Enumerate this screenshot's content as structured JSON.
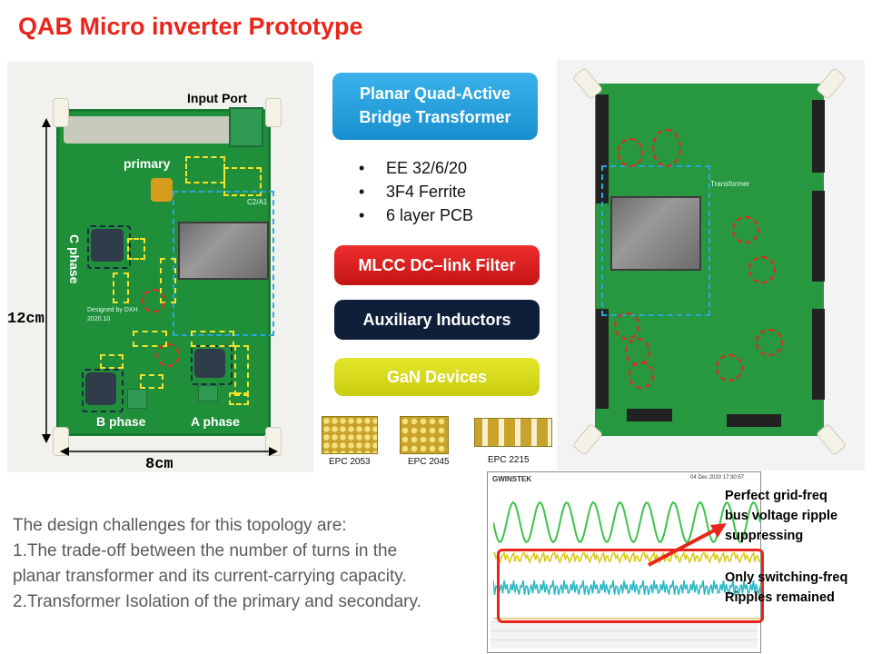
{
  "title": "QAB Micro inverter Prototype",
  "left_photo": {
    "input_port": "Input Port",
    "primary": "primary",
    "c_phase": "C phase",
    "b_phase": "B phase",
    "a_phase": "A phase",
    "height_dim": "12cm",
    "width_dim": "8cm",
    "board_marking_1": "C2/A1",
    "board_marking_2": "Designed by DXH",
    "board_marking_3": "2020.10"
  },
  "center": {
    "transformer_label_line1": "Planar Quad-Active",
    "transformer_label_line2": "Bridge Transformer",
    "bullets": [
      "EE 32/6/20",
      "3F4 Ferrite",
      "6 layer PCB"
    ],
    "mlcc_label": "MLCC DC–link Filter",
    "aux_label": "Auxiliary Inductors",
    "gan_label": "GaN Devices",
    "devices": [
      "EPC 2053",
      "EPC 2045",
      "EPC 2215"
    ]
  },
  "right_photo": {
    "board_marking": "Transformer"
  },
  "scope": {
    "brand": "GWINSTEK",
    "date": "04 Dec 2020 17:30:57",
    "ann_top_1": "Perfect grid-freq",
    "ann_top_2": "bus voltage ripple",
    "ann_top_3": "suppressing",
    "ann_bot_1": "Only switching-freq",
    "ann_bot_2": "Ripples remained"
  },
  "challenges": {
    "line1": "The design challenges for this topology are:",
    "line2": "1.The trade-off between the number of turns in the",
    "line3": "planar transformer and its current-carrying capacity.",
    "line4": "2.Transformer Isolation of the primary and secondary."
  },
  "colors": {
    "title": "#e8261b",
    "pcb_green": "#1f8f3a",
    "transformer_pill": "#1fa0dc",
    "mlcc_pill": "#d81e1e",
    "aux_pill": "#0f1f3a",
    "gan_pill": "#d6d91a"
  }
}
